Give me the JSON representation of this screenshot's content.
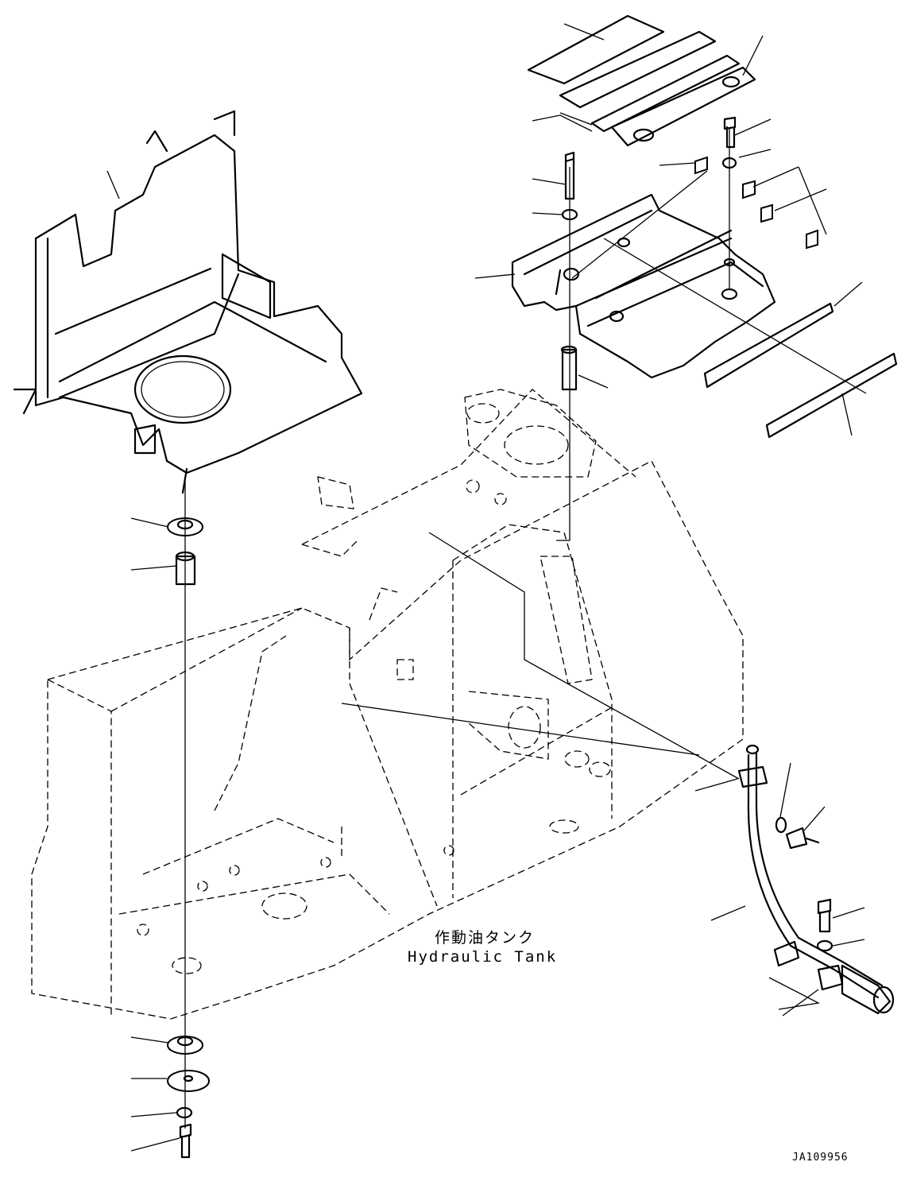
{
  "drawing": {
    "tank_label_jp": "作動油タンク",
    "tank_label_en": "Hydraulic Tank",
    "drawing_code": "JA109956"
  }
}
